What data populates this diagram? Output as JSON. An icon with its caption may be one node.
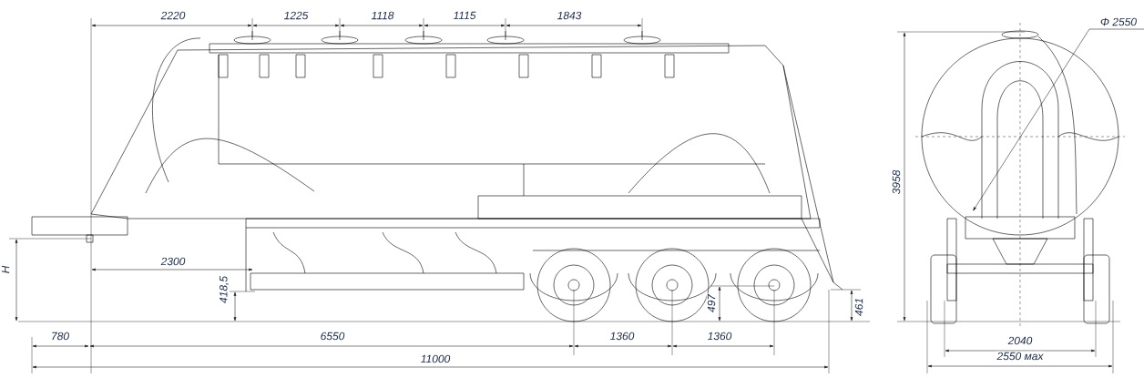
{
  "diagram": {
    "labels": [
      "2220",
      "1225",
      "1118",
      "1115",
      "1843",
      "Φ 2550",
      "3958",
      "H",
      "2300",
      "418,5",
      "497",
      "461",
      "780",
      "6550",
      "1360",
      "1360",
      "11000",
      "2040",
      "2550 мах"
    ]
  }
}
